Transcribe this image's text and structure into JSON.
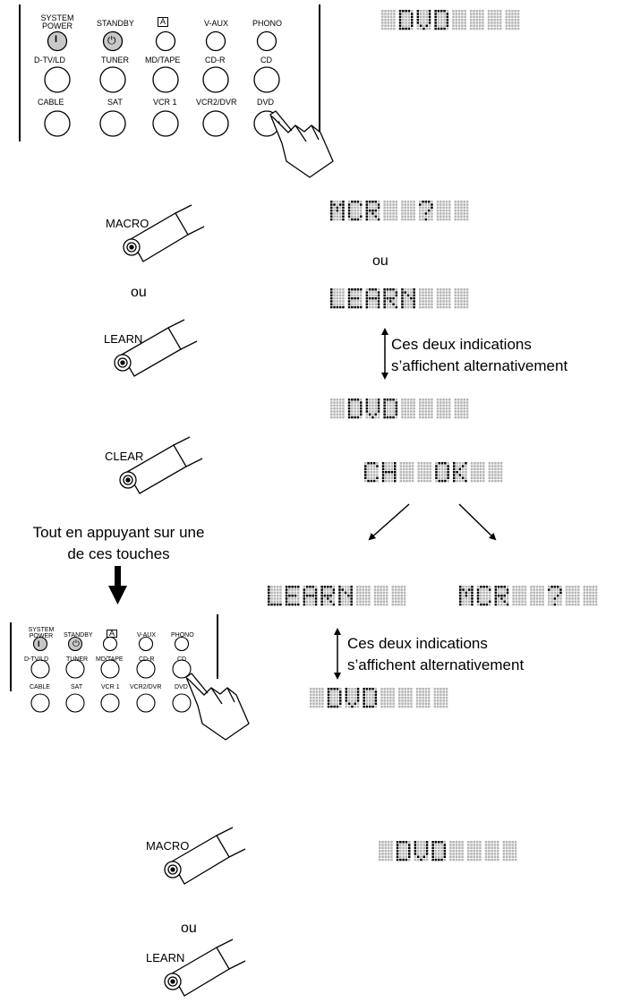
{
  "remote": {
    "buttons_row1": [
      "SYSTEM POWER",
      "STANDBY",
      "A",
      "V-AUX",
      "PHONO"
    ],
    "buttons_row2": [
      "D-TV/LD",
      "TUNER",
      "MD/TAPE",
      "CD-R",
      "CD"
    ],
    "buttons_row3": [
      "CABLE",
      "SAT",
      "VCR 1",
      "VCR2/DVR",
      "DVD"
    ],
    "power_symbol": "I",
    "standby_symbol": "⏻"
  },
  "keys": {
    "macro": "MACRO",
    "learn": "LEARN",
    "clear": "CLEAR"
  },
  "displays": {
    "dvd": "DVD",
    "mcr_q": "MCR ?",
    "learn": "LEARN",
    "ch_ok": "CH OK"
  },
  "text": {
    "or1": "ou",
    "or2": "ou",
    "or3": "ou",
    "alt_note_1_line1": "Ces deux indications",
    "alt_note_1_line2": "s’affichent alternativement",
    "alt_note_2_line1": "Ces deux indications",
    "alt_note_2_line2": "s’affichent alternativement",
    "hold_line1": "Tout en appuyant sur une",
    "hold_line2": "de ces touches"
  }
}
